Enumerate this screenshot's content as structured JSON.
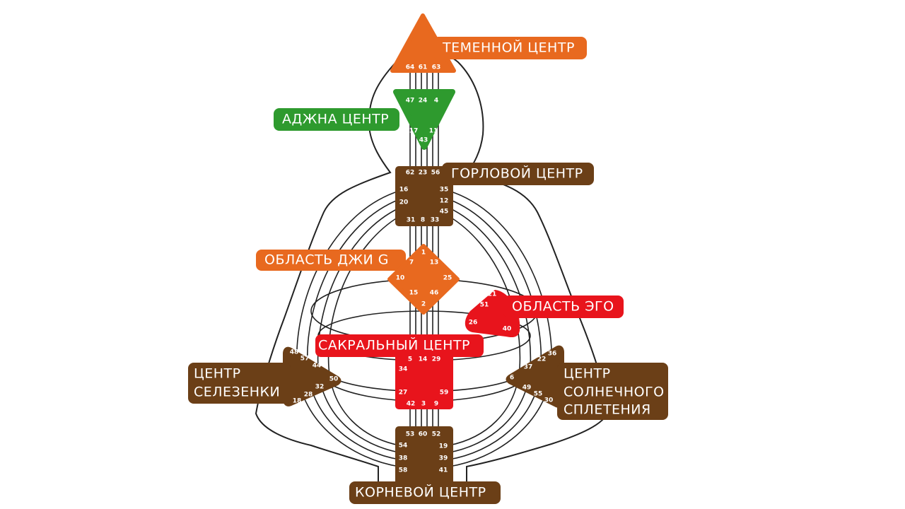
{
  "colors": {
    "orange": "#E8691F",
    "green": "#2E9A2E",
    "brown": "#6B3F17",
    "red": "#E8141C",
    "outline": "#222222"
  },
  "centers": {
    "crown": {
      "label": "ТЕМЕННОЙ ЦЕНТР",
      "gates": [
        "64",
        "61",
        "63"
      ]
    },
    "ajna": {
      "label": "АДЖНА ЦЕНТР",
      "gates": [
        "47",
        "24",
        "4",
        "17",
        "11",
        "43"
      ]
    },
    "throat": {
      "label": "ГОРЛОВОЙ ЦЕНТР",
      "gates": [
        "62",
        "23",
        "56",
        "16",
        "35",
        "20",
        "12",
        "45",
        "31",
        "8",
        "33"
      ]
    },
    "g": {
      "label": "ОБЛАСТЬ ДЖИ G",
      "gates": [
        "1",
        "7",
        "13",
        "10",
        "25",
        "15",
        "46",
        "2"
      ]
    },
    "ego": {
      "label": "ОБЛАСТЬ ЭГО",
      "gates": [
        "21",
        "51",
        "26",
        "40"
      ]
    },
    "sacral": {
      "label": "САКРАЛЬНЫЙ ЦЕНТР",
      "gates": [
        "5",
        "14",
        "29",
        "34",
        "27",
        "59",
        "42",
        "3",
        "9"
      ]
    },
    "spleen": {
      "label_lines": [
        "ЦЕНТР",
        "СЕЛЕЗЕНКИ"
      ],
      "gates": [
        "48",
        "57",
        "44",
        "50",
        "32",
        "28",
        "18"
      ]
    },
    "solar": {
      "label_lines": [
        "ЦЕНТР",
        "СОЛНЕЧНОГО",
        "СПЛЕТЕНИЯ"
      ],
      "gates": [
        "36",
        "22",
        "37",
        "6",
        "49",
        "55",
        "30"
      ]
    },
    "root": {
      "label": "КОРНЕВОЙ ЦЕНТР",
      "gates": [
        "53",
        "60",
        "52",
        "54",
        "19",
        "38",
        "39",
        "58",
        "41"
      ]
    }
  }
}
